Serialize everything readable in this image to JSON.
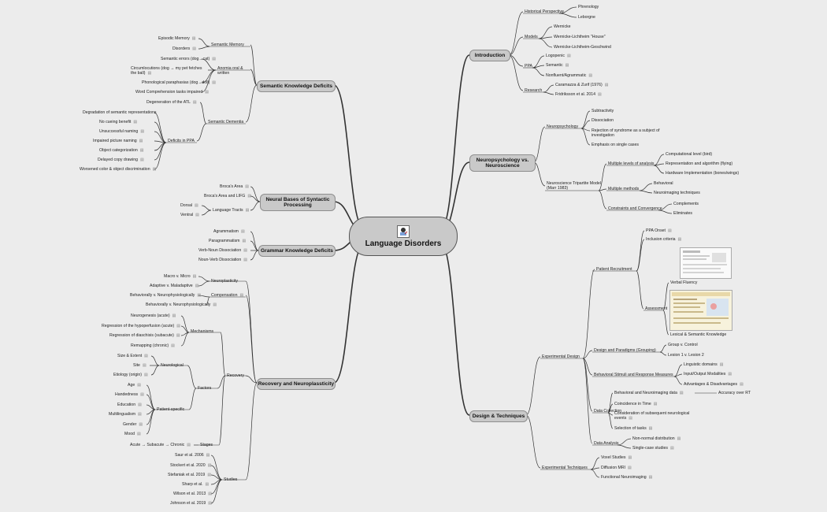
{
  "root": {
    "title": "Language Disorders",
    "icon": "brain-laptop-logo-icon"
  },
  "main_topics": {
    "introduction": "Introduction",
    "neuro": "Neuropsychology vs. Neuroscience",
    "design": "Design & Techniques",
    "semantic": "Semantic Knowledge Deficits",
    "neural": "Neural Bases of Syntactic Processing",
    "grammar": "Grammar Knowledge Deficits",
    "recovery": "Recovery and Neuroplassticity"
  },
  "intro": {
    "historical": "Historical Perspective",
    "phrenology": "Phrenology",
    "leborgne": "Leborgne",
    "models": "Models",
    "wernicke": "Wernicke",
    "wlh": "Wernicke-Lichtheim \"House\"",
    "wlg": "Wernicke-Lichtheim-Geschwind",
    "ppa": "PPA",
    "logopenic": "Logopenic",
    "semantic": "Semantic",
    "nonfluent": "Nonfluent/Agrammatic",
    "research": "Research",
    "caramazza": "Caramazza & Zurif (1976)",
    "fridriksson": "Fridriksson et al. 2014"
  },
  "neuro": {
    "neuropsychology": "Neuropsychology",
    "subtractivity": "Subtractivity",
    "dissociation": "Dissociation",
    "rejection": "Rejection of syndrome as a subject of investigation",
    "emphasis": "Emphasis on single cases",
    "neuroscience": "Neuroscience Tripartite Model (Marr 1983)",
    "multiple_levels": "Multiple levels of analysis",
    "computational": "Computational level (bird)",
    "representation": "Representation and algorithm (flying)",
    "hardware": "Hardware Implementation (bones/wings)",
    "multiple_methods": "Multiple methods",
    "behavioral": "Behavioral",
    "neuroimaging": "Neuroimaging techniques",
    "constraints": "Constraints and Convergence",
    "complements": "Complements",
    "eliminates": "Eliminates"
  },
  "design": {
    "experimental_design": "Experimental Design",
    "patient_recruitment": "Patient Recruitment",
    "ppa_onset": "PPA Onset",
    "inclusion": "Inclusion criteria",
    "assessment": "Assessment",
    "verbal_fluency": "Verbal Fluency",
    "lexical_semantic": "Lexical & Semantic Knowledge",
    "design_paradigms": "Design and Paradigms (Grouping)",
    "group_control": "Group v. Control",
    "lesion": "Lesion 1 v. Lesion 2",
    "behavioral_stimuli": "Behavioral Stimuli and Response Measures",
    "linguistic": "Linguistic domains",
    "io_modalities": "Input/Output Modalities",
    "advantages": "Advantages & Disadvantages",
    "data_collection": "Data Collection",
    "behav_neuro": "Behavioral and Neuroimaging data",
    "accuracy": "Accuracy over RT",
    "coincidence": "Coincidence in Time",
    "consideration": "Consideration of subsequent neurological events",
    "selection": "Selection of tasks",
    "data_analysis": "Data Analysis",
    "non_normal": "Non-normal distribution",
    "single_case": "Single-case studies",
    "experimental_techniques": "Experimental Techniques",
    "voxel": "Voxel Studies",
    "diffusion": "Diffusion MRI",
    "functional": "Functional Neuroimaging"
  },
  "semantic": {
    "semantic_memory": "Semantic Memory",
    "episodic": "Episodic Memory",
    "disorders": "Disorders",
    "anomia": "Anomia oral & written",
    "sem_errors": "Semantic errors (dog→cat)",
    "circumlocutions": "Circumlocutions (dog → my pet fetches the ball)",
    "phonological": "Phonological paraphasias (dog→doll)",
    "word_comp": "Word Comprehension tasks impaired",
    "semantic_dementia": "Semantic Dementia",
    "degeneration_atl": "Degeneration of the ATL",
    "deficits_ppa": "Deficits in PPA",
    "degradation": "Degradation of semantic representations",
    "no_cueing": "No cueing benefit",
    "unsuccessful": "Unsuccessful naming",
    "impaired_picture": "Impaired picture naming",
    "object_cat": "Object categorization",
    "delayed_copy": "Delayed copy drawing",
    "worsened": "Worsened color & object discrimination"
  },
  "neural": {
    "brocas": "Broca's Area",
    "brocas_lifg": "Broca's Area and LIFG",
    "language_tracts": "Language Tracts",
    "dorsal": "Dorsal",
    "ventral": "Ventral"
  },
  "grammar": {
    "agrammatism": "Agrammatism",
    "paragrammatism": "Paragrammatism",
    "verb_noun": "Verb-Noun Dissociation",
    "noun_verb": "Noun-Verb Dissociation"
  },
  "recovery": {
    "neuroplasticity": "Neuroplasticity",
    "macro_micro": "Macro v. Micro",
    "adaptive": "Adaptive v. Maladaptive",
    "compensation": "Compensation",
    "behav_neurophys1": "Behaviorally v. Neurophysiologically",
    "behav_neurophys2": "Behaviorally v. Neurophysiologically",
    "mechanisms": "Mechanisms",
    "neurogenesis": "Neurogenesis (acute)",
    "regression_hypo": "Regression of the hypoperfusion (acute)",
    "regression_dia": "Regression of diaschisis (subacute)",
    "remapping": "Remapping (chronic)",
    "recovery": "Recovery",
    "factors": "Factors",
    "neurological": "Neurological",
    "size_extent": "Size & Extent",
    "site": "Site",
    "etiology": "Etiology (origin)",
    "patient_specific": "Patient-specific",
    "age": "Age",
    "handedness": "Handedness",
    "education": "Education",
    "multilingualism": "Multilingualism",
    "gender": "Gender",
    "mood": "Mood",
    "stages": "Stages",
    "acute_chronic": "Acute → Subacute → Chronic",
    "studies": "Studies",
    "saur": "Saur et al. 2006",
    "stockert": "Stockert et al. 2020",
    "stefaniak": "Stefaniak et al. 2019",
    "sharp": "Sharp et al.",
    "wilson": "Wilson et al. 2013",
    "johnson": "Johnson et al. 2019"
  },
  "colors": {
    "background": "#ececec",
    "topic_fill": "#c9c9c9",
    "line": "#333333"
  }
}
